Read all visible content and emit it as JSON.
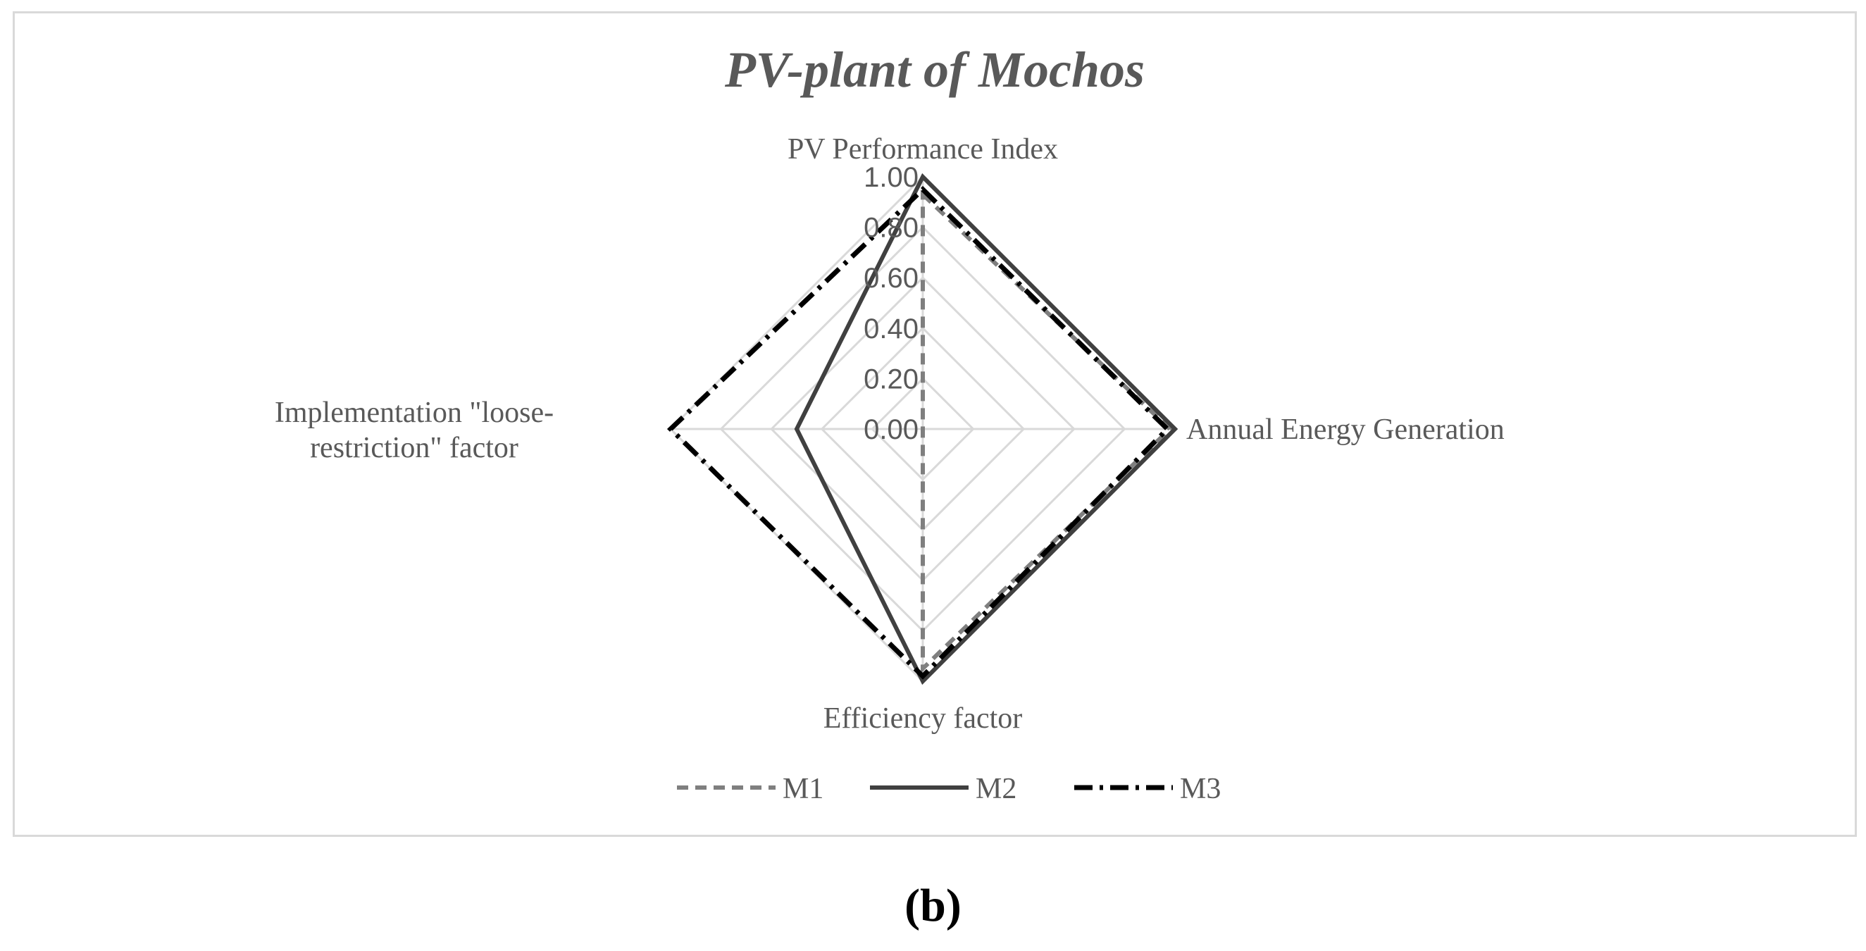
{
  "panel_label": "(b)",
  "chart_data": {
    "type": "radar",
    "title": "PV-plant of Mochos",
    "axes": [
      "PV Performance Index",
      "Annual Energy Generation",
      "Efficiency factor",
      "Implementation \"loose-restriction\" factor"
    ],
    "axis_label_lines": [
      [
        "PV Performance Index"
      ],
      [
        "Annual Energy Generation"
      ],
      [
        "Efficiency factor"
      ],
      [
        "Implementation \"loose-",
        "restriction\" factor"
      ]
    ],
    "range": [
      0,
      1
    ],
    "ticks": [
      "0.00",
      "0.20",
      "0.40",
      "0.60",
      "0.80",
      "1.00"
    ],
    "grid": true,
    "legend_position": "bottom",
    "series": [
      {
        "name": "M1",
        "values": [
          0.93,
          0.98,
          0.95,
          0.0
        ],
        "style": "dashed",
        "color": "#7f7f7f"
      },
      {
        "name": "M2",
        "values": [
          1.0,
          1.0,
          1.0,
          0.5
        ],
        "style": "solid",
        "color": "#404040"
      },
      {
        "name": "M3",
        "values": [
          0.95,
          0.97,
          0.98,
          1.0
        ],
        "style": "dash-dot",
        "color": "#000000"
      }
    ]
  }
}
